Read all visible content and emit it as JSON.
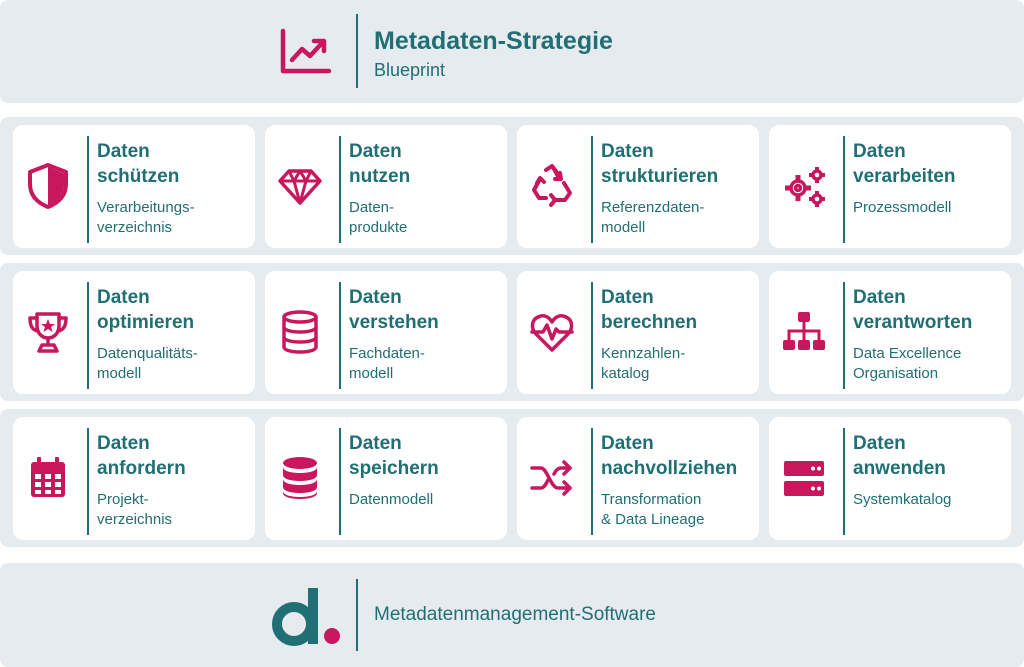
{
  "header": {
    "title": "Metadaten-Strategie",
    "subtitle": "Blueprint",
    "icon": "chart-growth-icon"
  },
  "footer": {
    "text": "Metadatenmanagement-Software",
    "logo": "d-logo"
  },
  "colors": {
    "accent": "#c8175d",
    "teal": "#1f6f75",
    "band": "#e6ebef",
    "card": "#ffffff"
  },
  "cards": [
    {
      "title": "Daten\nschützen",
      "subtitle": "Verarbeitungs-\nverzeichnis",
      "icon": "shield-icon"
    },
    {
      "title": "Daten\nnutzen",
      "subtitle": "Daten-\nprodukte",
      "icon": "diamond-icon"
    },
    {
      "title": "Daten\nstrukturieren",
      "subtitle": "Referenzdaten-\nmodell",
      "icon": "recycle-icon"
    },
    {
      "title": "Daten\nverarbeiten",
      "subtitle": "Prozessmodell",
      "icon": "gears-icon"
    },
    {
      "title": "Daten\noptimieren",
      "subtitle": "Datenqualitäts-\nmodell",
      "icon": "trophy-icon"
    },
    {
      "title": "Daten\nverstehen",
      "subtitle": "Fachdaten-\nmodell",
      "icon": "database-outline-icon"
    },
    {
      "title": "Daten\nberechnen",
      "subtitle": "Kennzahlen-\nkatalog",
      "icon": "heart-pulse-icon"
    },
    {
      "title": "Daten\nverantworten",
      "subtitle": "Data Excellence\nOrganisation",
      "icon": "org-chart-icon"
    },
    {
      "title": "Daten\nanfordern",
      "subtitle": "Projekt-\nverzeichnis",
      "icon": "calendar-icon"
    },
    {
      "title": "Daten\nspeichern",
      "subtitle": "Datenmodell",
      "icon": "database-solid-icon"
    },
    {
      "title": "Daten\nnachvollziehen",
      "subtitle": "Transformation\n& Data Lineage",
      "icon": "shuffle-icon"
    },
    {
      "title": "Daten\nanwenden",
      "subtitle": "Systemkatalog",
      "icon": "server-icon"
    }
  ]
}
